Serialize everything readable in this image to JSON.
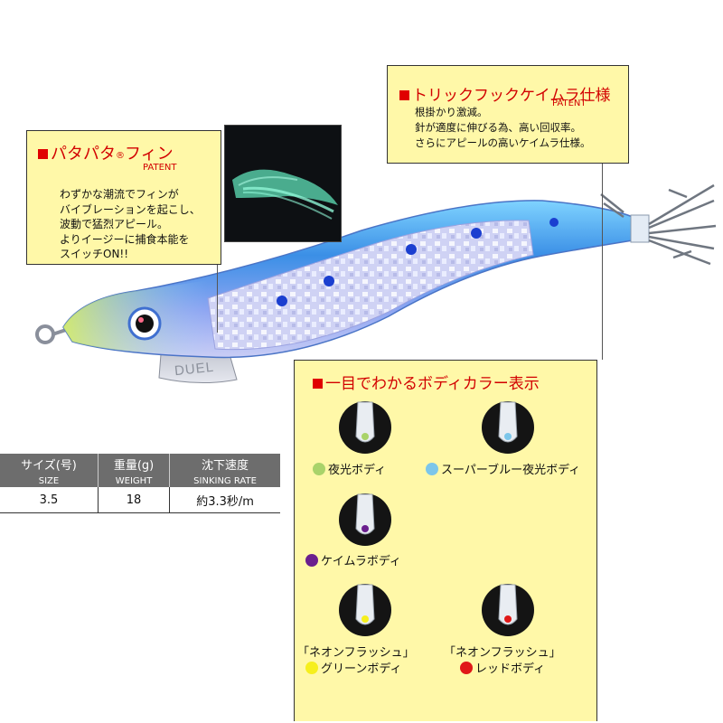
{
  "trick_feature": {
    "title": "トリックフックケイムラ仕様",
    "patent": "PATENT",
    "lines": [
      "根掛かり激減。",
      "針が適度に伸びる為、高い回収率。",
      "さらにアピールの高いケイムラ仕様。"
    ]
  },
  "fin_feature": {
    "title": "パタパタ",
    "registered": "®",
    "title_suffix": "フィン",
    "patent": "PATENT",
    "lines": [
      "わずかな潮流でフィンが",
      "バイブレーションを起こし、",
      "波動で猛烈アピール。",
      "よりイージーに捕食本能を",
      "スイッチON!!"
    ]
  },
  "lure_logo": "DUEL",
  "spec_table": {
    "headers": [
      "サイズ(号)",
      "重量(g)",
      "沈下速度"
    ],
    "sub_headers": [
      "SIZE",
      "WEIGHT",
      "SINKING RATE"
    ],
    "values": [
      "3.5",
      "18",
      "約3.3秒/m"
    ]
  },
  "body_colors": {
    "title": "一目でわかるボディカラー表示",
    "items": [
      {
        "label": "夜光ボディ",
        "prefix": "",
        "dot_color": "#a9d36a"
      },
      {
        "label": "スーパーブルー夜光ボディ",
        "prefix": "",
        "dot_color": "#7cc6ea"
      },
      {
        "label": "ケイムラボディ",
        "prefix": "",
        "dot_color": "#6a1f8e"
      },
      {
        "label": "グリーンボディ",
        "prefix": "「ネオンフラッシュ」",
        "dot_color": "#f6ef1d"
      },
      {
        "label": "レッドボディ",
        "prefix": "「ネオンフラッシュ」",
        "dot_color": "#e01818"
      }
    ]
  },
  "colors": {
    "accent_red": "#d20000",
    "callout_bg": "#fff8a8",
    "table_header_bg": "#6d6d6d",
    "lure_blue": "#3d8fe0"
  }
}
